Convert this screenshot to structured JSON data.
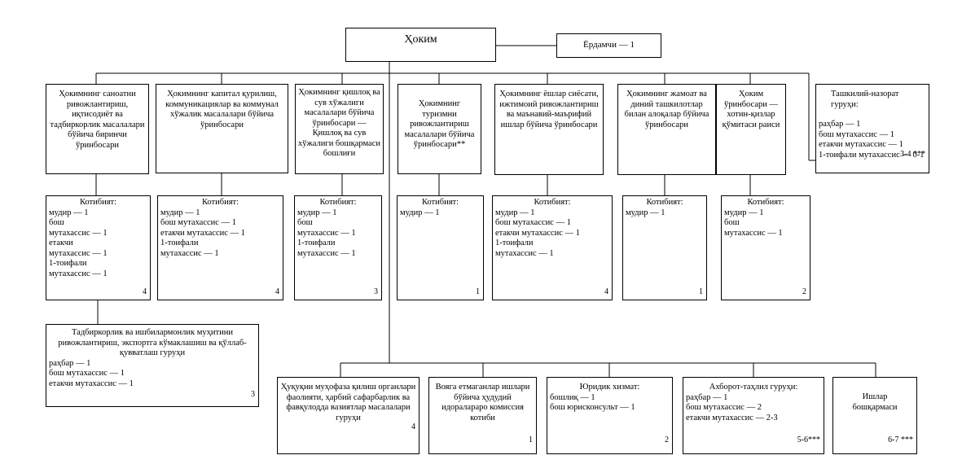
{
  "head": {
    "title": "Ҳоким",
    "assistant": "Ёрдамчи — 1"
  },
  "deputies": [
    "Ҳокимнинг саноатни ривожлантириш, иқтисодиёт ва тадбиркорлик масалалари бўйича биринчи ўринбосари",
    "Ҳокимнинг капитал қурилиш, коммуникациялар ва коммунал хўжалик масалалари бўйича ўринбосари",
    "Ҳокимнинг қишлоқ ва сув хўжалиги масалалари бўйича ўринбосари — Қишлоқ ва сув хўжалиги бошқармаси бошлиғи",
    "Ҳокимнинг туризмни ривожлантириш масалалари бўйича ўринбосари**",
    "Ҳокимнинг ёшлар сиёсати, ижтимоий ривожлантириш ва маънавий-маърифий ишлар бўйича ўринбосари",
    "Ҳокимнинг жамоат ва диний ташкилотлар билан алоқалар бўйича ўринбосари",
    "Ҳоким ўринбосари — хотин-қизлар қўмитаси раиси"
  ],
  "control_group": {
    "title": "Ташкилий-назорат гуруҳи:",
    "lines": [
      "раҳбар — 1",
      "бош мутахассис — 1",
      "етакчи мутахассис — 1",
      "1-тоифали мутахассис — 0-1"
    ],
    "count": "3-4 ***"
  },
  "secretariats": [
    {
      "title": "Котибият:",
      "lines": [
        "мудир — 1",
        "бош",
        "мутахассис — 1",
        "етакчи",
        "мутахассис — 1",
        "1-тоифали",
        "мутахассис — 1"
      ],
      "count": "4"
    },
    {
      "title": "Котибият:",
      "lines": [
        "мудир — 1",
        "бош мутахассис — 1",
        "етакчи мутахассис — 1",
        "1-тоифали",
        "мутахассис — 1"
      ],
      "count": "4"
    },
    {
      "title": "Котибият:",
      "lines": [
        "мудир — 1",
        "бош",
        "мутахассис — 1",
        "1-тоифали",
        "мутахассис — 1"
      ],
      "count": "3"
    },
    {
      "title": "Котибият:",
      "lines": [
        "мудир — 1"
      ],
      "count": "1"
    },
    {
      "title": "Котибият:",
      "lines": [
        "мудир — 1",
        "бош мутахассис — 1",
        "етакчи мутахассис — 1",
        "1-тоифали",
        "мутахассис — 1"
      ],
      "count": "4"
    },
    {
      "title": "Котибият:",
      "lines": [
        "мудир — 1"
      ],
      "count": "1"
    },
    {
      "title": "Котибият:",
      "lines": [
        "мудир — 1",
        "бош",
        "мутахассис — 1"
      ],
      "count": "2"
    }
  ],
  "business_group": {
    "title": "Тадбиркорлик ва ишбилармонлик муҳитини ривожлантириш, экспортга кўмаклашиш ва қўллаб-қувватлаш гуруҳи",
    "lines": [
      "раҳбар — 1",
      "бош мутахассис — 1",
      "етакчи мутахассис — 1"
    ],
    "count": "3"
  },
  "bottom_units": [
    {
      "title": "Ҳуқуқни муҳофаза қилиш органлари фаолияти, ҳарбий сафарбарлик ва фавқулодда вазиятлар масалалари гуруҳи",
      "lines": [],
      "count": "4"
    },
    {
      "title": "Вояга етмаганлар ишлари бўйича ҳудудий идоралараро комиссия котиби",
      "lines": [],
      "count": "1"
    },
    {
      "title": "Юридик хизмат:",
      "lines": [
        "бошлиқ — 1",
        "бош юрисконсульт — 1"
      ],
      "count": "2"
    },
    {
      "title": "Ахборот-таҳлил гуруҳи:",
      "lines": [
        "раҳбар — 1",
        "бош мутахассис — 2",
        "етакчи мутахассис — 2-3"
      ],
      "count": "5-6***"
    },
    {
      "title": "Ишлар бошқармаси",
      "lines": [],
      "count": "6-7 ***"
    }
  ]
}
